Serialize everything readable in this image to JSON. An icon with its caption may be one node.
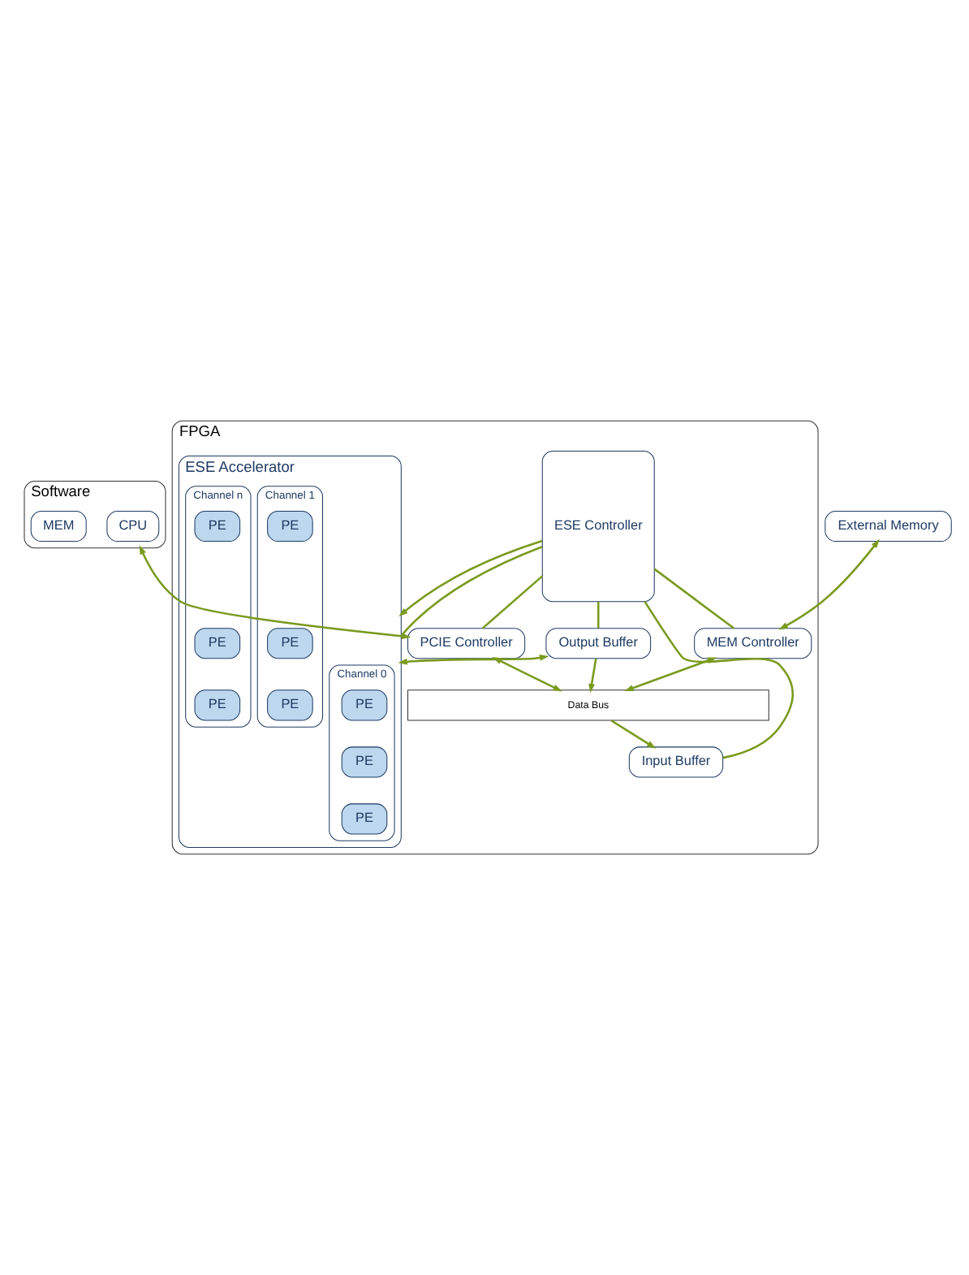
{
  "diagram": {
    "nodes": [
      {
        "text": [
          "Software"
        ]
      },
      {
        "text": [
          "CPU"
        ],
        "in": 0
      },
      {
        "text": [
          "MEM"
        ],
        "in": 0
      },
      {
        "text": [
          "External Memory"
        ]
      },
      {
        "text": [
          "FPGA"
        ]
      },
      {
        "text": [
          "PCIE Controller"
        ],
        "in": 4
      },
      {
        "text": [
          "MEM Controller"
        ],
        "in": 4
      },
      {
        "text": [
          "Data Bus"
        ],
        "in": 4
      },
      {
        "text": [
          "ESE Controller"
        ],
        "in": 4
      },
      {
        "text": [
          "Input Buffer"
        ],
        "in": 4
      },
      {
        "text": [
          "Output Buffer"
        ],
        "in": 4
      },
      {
        "text": [
          "ESE Accelerator"
        ],
        "in": 4
      },
      {
        "text": [
          "Channel 0"
        ],
        "in": 11
      },
      {
        "text": [
          "PE"
        ],
        "in": 12
      },
      {
        "text": [
          "PE"
        ],
        "in": 12
      },
      {
        "text": [
          "PE"
        ],
        "in": 12
      },
      {
        "text": [
          "Channel 1"
        ],
        "in": 11
      },
      {
        "text": [
          "PE"
        ],
        "in": 16
      },
      {
        "text": [
          "PE"
        ],
        "in": 16
      },
      {
        "text": [
          "PE"
        ],
        "in": 16
      },
      {
        "text": [
          "Channel n"
        ],
        "in": 11
      },
      {
        "text": [
          "PE"
        ],
        "in": 20
      },
      {
        "text": [
          "PE"
        ],
        "in": 20
      },
      {
        "text": [
          "PE"
        ],
        "in": 20
      }
    ],
    "edges": [
      {
        "from": 0,
        "to": 5,
        "arrow": "both"
      },
      {
        "from": 3,
        "to": 6,
        "arrow": "both"
      },
      {
        "from": 5,
        "to": 7,
        "arrow": "both"
      },
      {
        "from": 6,
        "to": 7,
        "arrow": "both"
      },
      {
        "from": 7,
        "to": 9,
        "arrow": "to"
      },
      {
        "from": 10,
        "to": 7,
        "arrow": "to"
      },
      {
        "from": 10,
        "to": 11,
        "arrow": "both"
      },
      {
        "from": 8,
        "to": 9,
        "arrow": "none"
      },
      {
        "from": 8,
        "to": 5,
        "arrow": "none"
      },
      {
        "from": 8,
        "to": 6,
        "arrow": "none"
      },
      {
        "from": 8,
        "to": 10,
        "arrow": "none"
      },
      {
        "from": 8,
        "to": 11,
        "arrow": "to"
      },
      {
        "from": 8,
        "to": 11,
        "arrow": "none"
      }
    ]
  }
}
